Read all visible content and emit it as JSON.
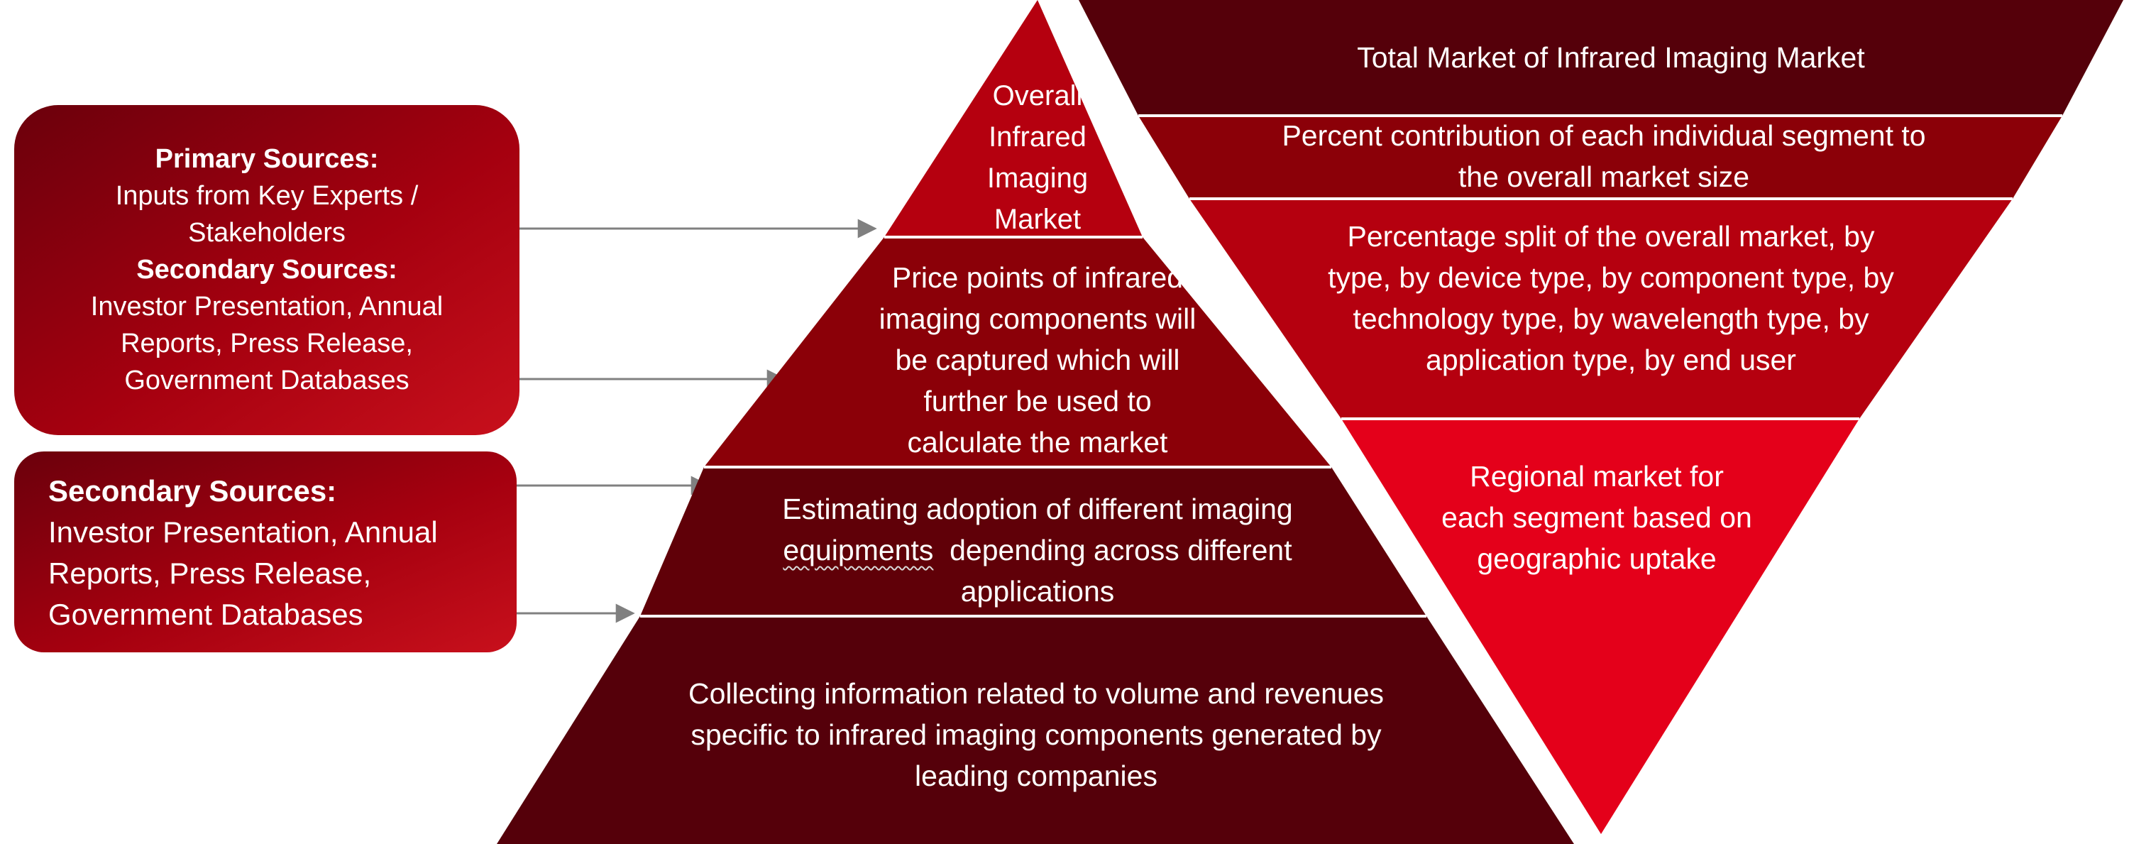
{
  "colors": {
    "dark_red": "#55000a",
    "mid_red": "#8b0008",
    "red": "#b5000f",
    "bright_red": "#e4001a",
    "arrow": "#808080",
    "text": "#ffffff"
  },
  "sources": {
    "primary_box": {
      "primary_title": "Primary Sources:",
      "primary_lines": [
        "Inputs from Key Experts /",
        "Stakeholders"
      ],
      "secondary_title": "Secondary Sources:",
      "secondary_lines": [
        "Investor Presentation, Annual",
        "Reports, Press Release,",
        "Government Databases"
      ]
    },
    "secondary_box": {
      "title": "Secondary Sources:",
      "lines": [
        "Investor Presentation, Annual",
        "Reports, Press Release,",
        "Government Databases"
      ]
    }
  },
  "pyramid": {
    "tier1": [
      "Overall",
      "Infrared",
      "Imaging",
      "Market"
    ],
    "tier2": [
      "Price points of infrared",
      "imaging components will",
      "be captured which will",
      "further be used to",
      "calculate the market"
    ],
    "tier3_line1": "Estimating adoption of different imaging",
    "tier3_word": "equipments",
    "tier3_rest": "  depending across different",
    "tier3_line3": "applications",
    "tier4": [
      "Collecting information related to volume and revenues",
      "specific to infrared imaging components generated by",
      "leading companies"
    ]
  },
  "inverted": {
    "tier1": [
      "Total Market of Infrared Imaging Market"
    ],
    "tier2": [
      "Percent contribution of each individual segment to",
      "the overall market size"
    ],
    "tier3": [
      "Percentage split of the overall market, by",
      "type, by device type, by component type, by",
      "technology type, by wavelength type, by",
      "application type, by end user"
    ],
    "tier4": [
      "Regional market for",
      "each segment based on",
      "geographic uptake"
    ]
  }
}
